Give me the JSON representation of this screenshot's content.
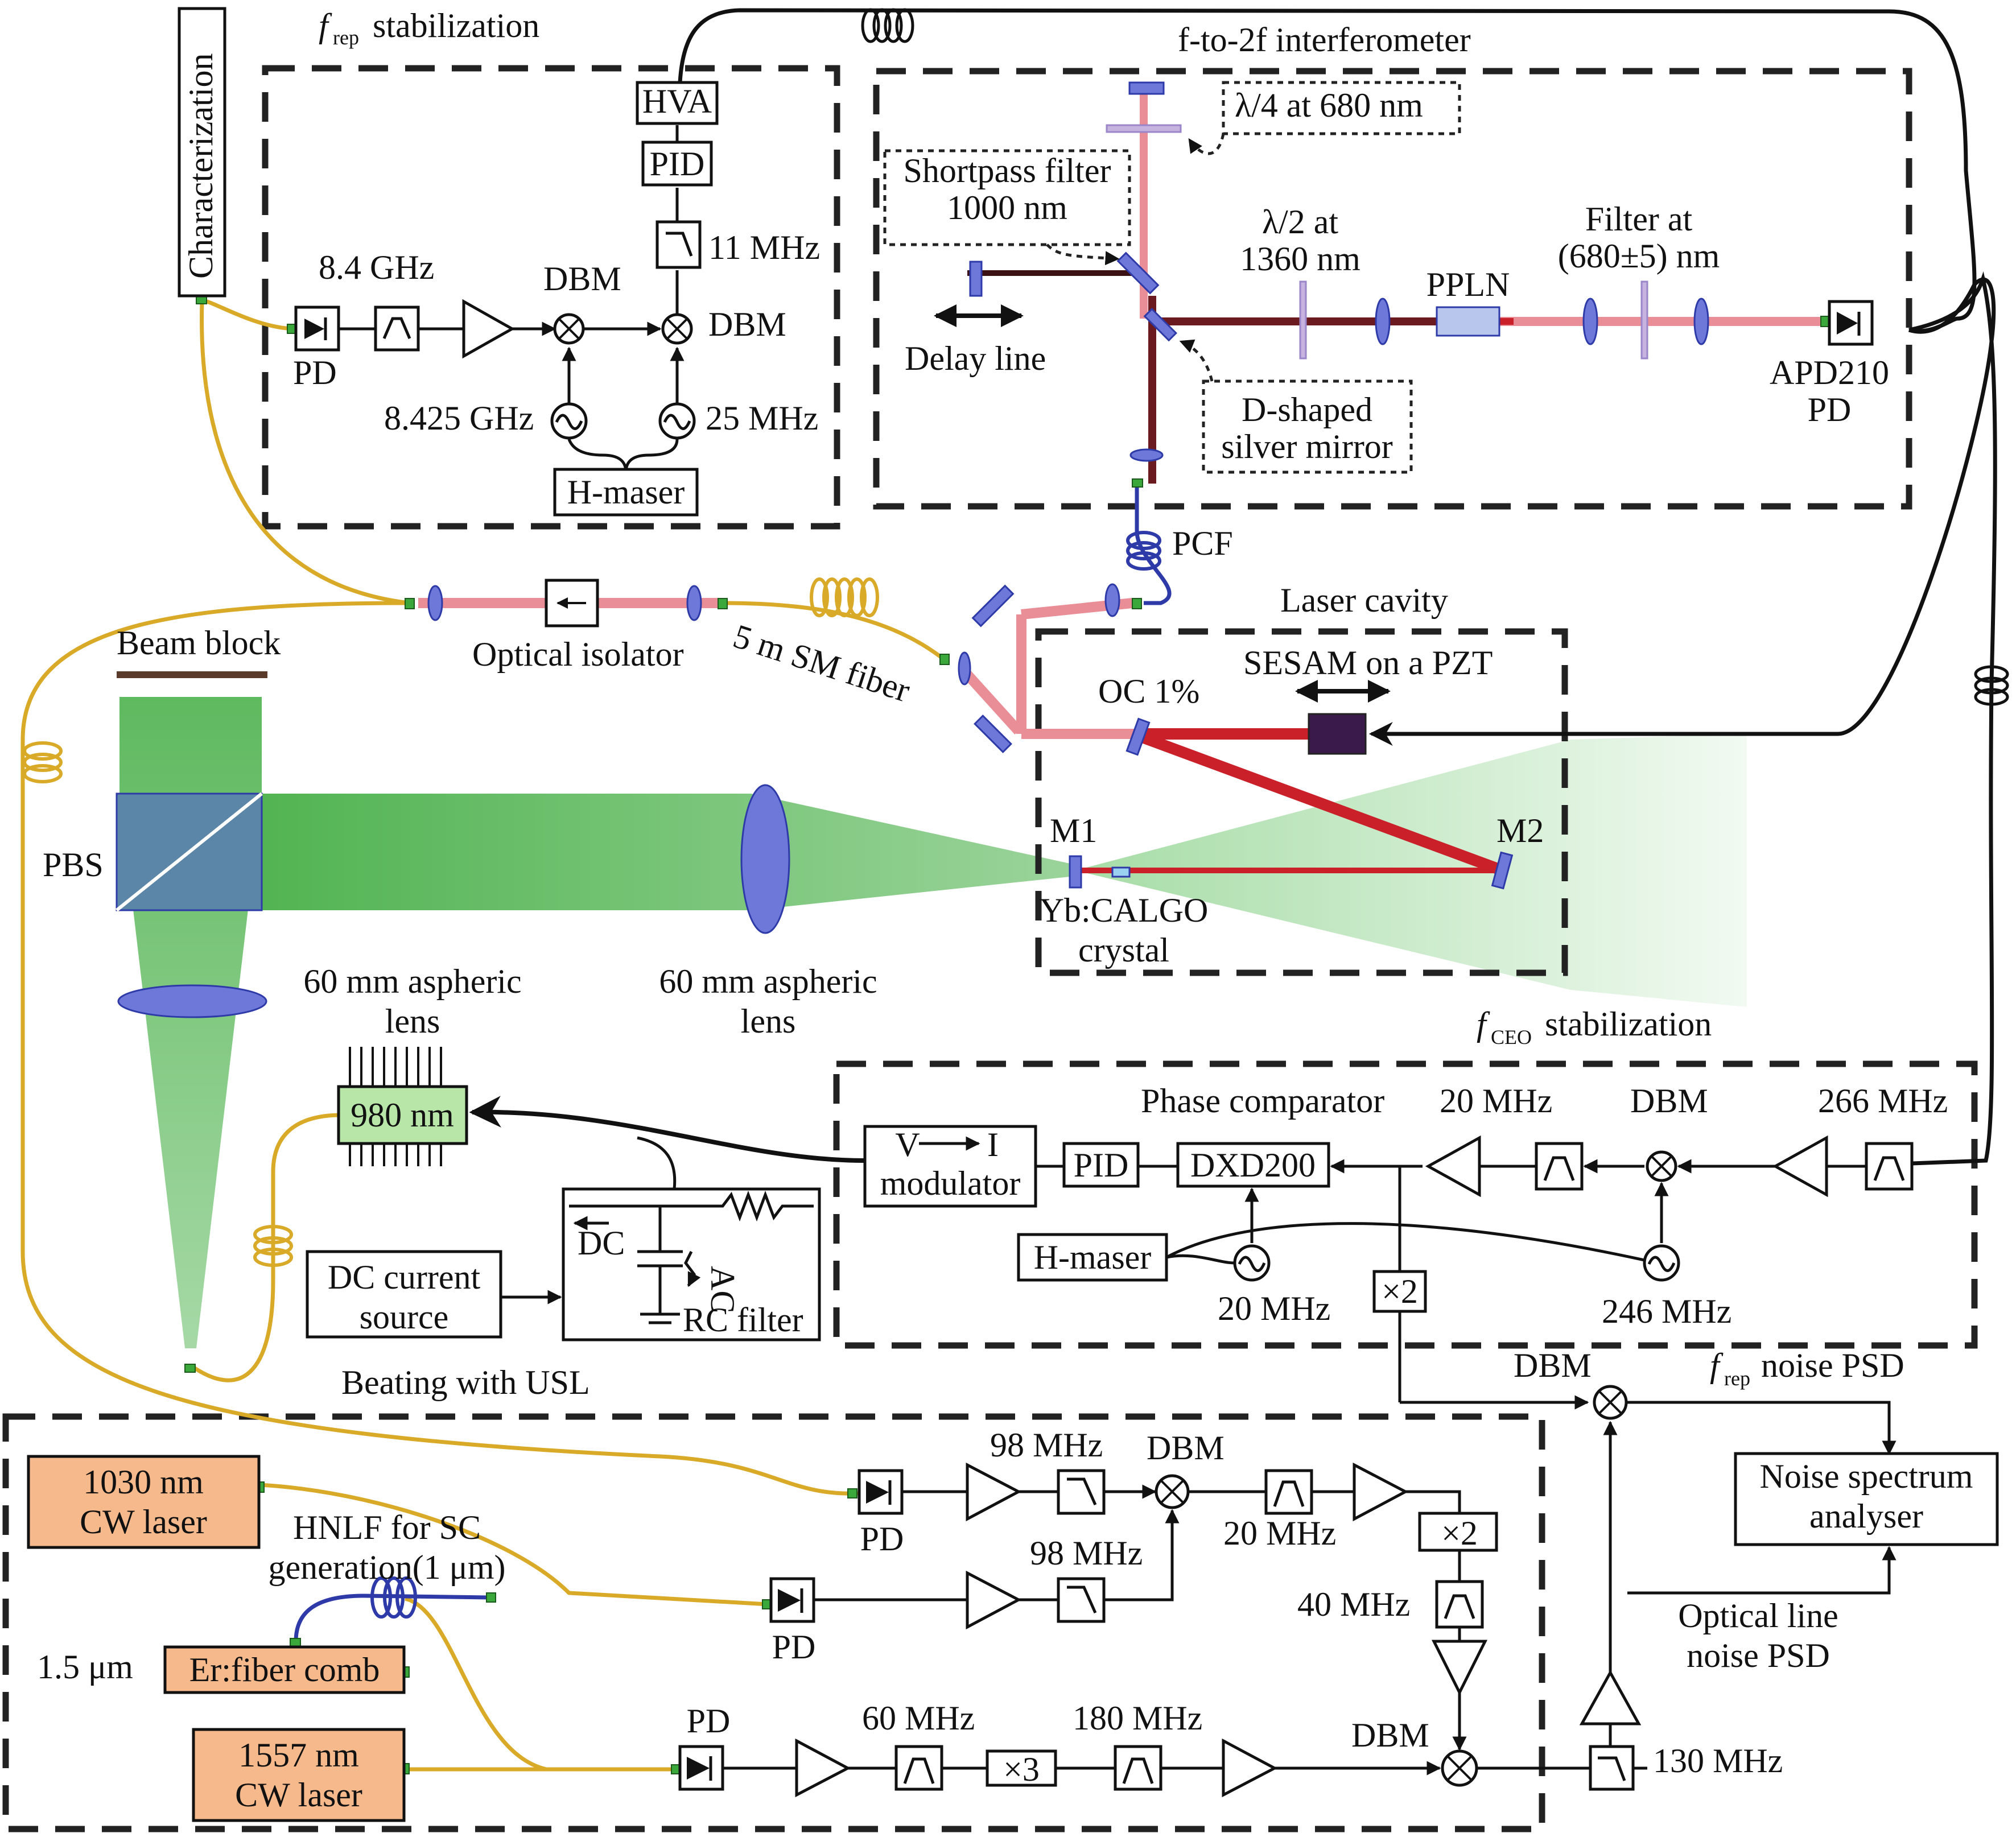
{
  "colors": {
    "pump_green": "#5fbf5f",
    "laser_red": "#c9202a",
    "beam_pink": "#e98d97",
    "fiber_yellow": "#d9a928",
    "fiber_blue": "#2d3aa8",
    "cw_laser_fill": "#f6b98c",
    "diode_fill": "#b8e6a8",
    "optic_blue": "#6d78d8"
  },
  "frep_stab": {
    "symbol": "f",
    "subscript": "rep",
    "label": "stabilization"
  },
  "fceo_stab": {
    "symbol": "f",
    "subscript": "CEO",
    "label": "stabilization"
  },
  "frep_noise": {
    "symbol": "f",
    "subscript": "rep",
    "label": "noise PSD"
  },
  "labels": {
    "characterization": "Characterization",
    "f2f_title": "f-to-2f interferometer",
    "hva": "HVA",
    "pid_top": "PID",
    "f11": "11 MHz",
    "f84": "8.4 GHz",
    "dbm_a": "DBM",
    "dbm_b": "DBM",
    "pd_top": "PD",
    "f8425": "8.425 GHz",
    "f25": "25 MHz",
    "hmaser_top": "H-maser",
    "lambda4": "λ/4 at 680 nm",
    "shortpass_1": "Shortpass filter",
    "shortpass_2": "1000 nm",
    "lambda2_1": "λ/2 at",
    "lambda2_2": "1360 nm",
    "filter_1": "Filter at",
    "filter_2": "(680±5) nm",
    "ppln": "PPLN",
    "delay": "Delay line",
    "dmirror_1": "D-shaped",
    "dmirror_2": "silver mirror",
    "apd_1": "APD210",
    "apd_2": "PD",
    "pcf": "PCF",
    "laser_cavity": "Laser cavity",
    "beam_block": "Beam block",
    "opt_iso": "Optical isolator",
    "sm_fiber": "5 m SM fiber",
    "oc": "OC 1%",
    "sesam": "SESAM on a PZT",
    "pbs": "PBS",
    "m1": "M1",
    "m2": "M2",
    "yb_1": "Yb:CALGO",
    "yb_2": "crystal",
    "asph_l1": "60 mm aspheric",
    "asph_l2": "lens",
    "asph_r1": "60 mm aspheric",
    "asph_r2": "lens",
    "nm980": "980 nm",
    "vi_1": "V",
    "vi_2": "I",
    "vi_3": "modulator",
    "pid_mid": "PID",
    "dxd": "DXD200",
    "phase_comp": "Phase comparator",
    "f20a": "20 MHz",
    "dbm_c": "DBM",
    "f266": "266 MHz",
    "hmaser_mid": "H-maser",
    "f20b": "20 MHz",
    "f246": "246 MHz",
    "x2_mid": "×2",
    "rc_dc": "DC",
    "rc_ac": "AC",
    "rc_label": "RC filter",
    "dc_1": "DC current",
    "dc_2": "source",
    "beating": "Beating with USL",
    "dbm_d": "DBM",
    "nsa_1": "Noise spectrum",
    "nsa_2": "analyser",
    "cw1030_1": "1030 nm",
    "cw1030_2": "CW laser",
    "hnlf_1": "HNLF for SC",
    "hnlf_2": "generation(1 μm)",
    "um15": "1.5 μm",
    "er_comb": "Er:fiber comb",
    "cw1557_1": "1557 nm",
    "cw1557_2": "CW laser",
    "pd_b1": "PD",
    "pd_b2": "PD",
    "pd_b3": "PD",
    "f98a": "98 MHz",
    "dbm_e": "DBM",
    "f98b": "98 MHz",
    "f20c": "20 MHz",
    "x2_bot": "×2",
    "f40": "40 MHz",
    "f60": "60 MHz",
    "x3": "×3",
    "f180": "180 MHz",
    "dbm_f": "DBM",
    "f130": "130 MHz",
    "oln_1": "Optical line",
    "oln_2": "noise PSD"
  }
}
